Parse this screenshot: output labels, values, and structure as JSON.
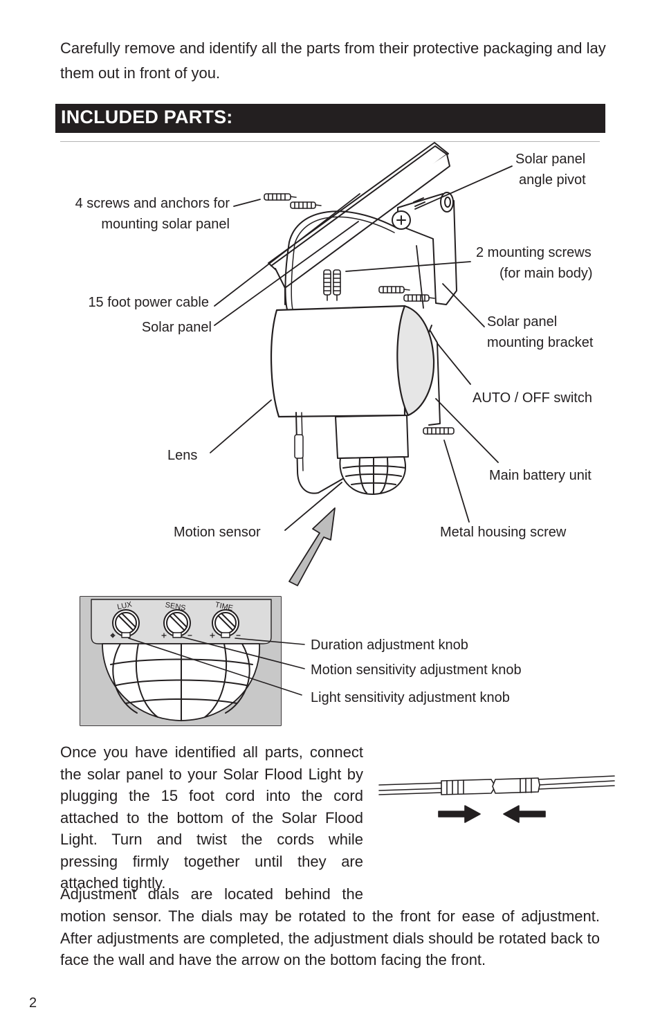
{
  "intro_text": "Carefully remove and identify all the parts from their protective packaging and lay them out in front of you.",
  "section_heading": "INCLUDED PARTS:",
  "labels": {
    "solar_panel_angle_pivot_1": "Solar panel",
    "solar_panel_angle_pivot_2": "angle pivot",
    "screws_anchors_1": "4 screws and anchors for",
    "screws_anchors_2": "mounting solar panel",
    "mounting_screws_1": "2 mounting screws",
    "mounting_screws_2": "(for main body)",
    "power_cable": "15 foot power cable",
    "solar_panel": "Solar panel",
    "mounting_bracket_1": "Solar panel",
    "mounting_bracket_2": "mounting bracket",
    "auto_off_switch": "AUTO / OFF switch",
    "lens": "Lens",
    "main_battery_unit": "Main battery unit",
    "motion_sensor": "Motion sensor",
    "metal_housing_screw": "Metal housing screw",
    "duration_knob": "Duration adjustment knob",
    "motion_sensitivity_knob": "Motion sensitivity adjustment knob",
    "light_sensitivity_knob": "Light sensitivity adjustment knob"
  },
  "dial_labels": {
    "lux": "LUX",
    "sens": "SENS",
    "time": "TIME"
  },
  "connect_text": "Once you have identified all parts, connect the solar panel to your Solar Flood Light by plugging the 15 foot cord into the cord attached to the bottom of the Solar Flood Light. Turn and twist the cords while pressing firmly together until they are attached tightly.",
  "adjust_text_start": "Adjustment dials are located behind the",
  "adjust_text_rest": "motion sensor. The dials may be rotated to the front for ease of adjustment. After adjustments are completed, the adjustment dials should be rotated back to face the wall and have the arrow on the bottom facing the front.",
  "page_number": "2",
  "colors": {
    "ink": "#231f20",
    "banner_bg": "#231f20",
    "panel_grey": "#c8c8c8",
    "arrow_fill": "#bdbdbd"
  }
}
